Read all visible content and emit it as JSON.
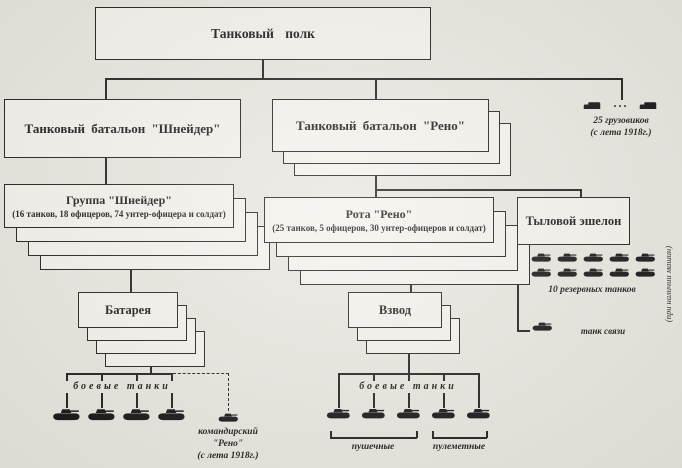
{
  "colors": {
    "ink": "#1c1c1c",
    "paper": "#e9e6df",
    "box_fill": "#f4f2ec"
  },
  "regiment": {
    "title": "Танковый полк"
  },
  "battalions": {
    "schneider": {
      "title": "Танковый батальон \"Шнейдер\""
    },
    "renault": {
      "title": "Танковый батальон \"Рено\"",
      "stack_depth": 3
    }
  },
  "trucks": {
    "ellipsis": "...",
    "line1": "25 грузовиков",
    "line2": "(с лета 1918г.)",
    "icon_count": 2
  },
  "schneider_group": {
    "title": "Группа \"Шнейдер\"",
    "details": "(16 танков, 18 офицеров, 74 унтер-офицера и солдат)",
    "stack_depth": 4
  },
  "renault_company": {
    "title": "Рота \"Рено\"",
    "details": "(25 танков, 5 офицеров, 30 унтер-офицеров и солдат)",
    "stack_depth": 4
  },
  "rear_echelon": {
    "title": "Тыловой эшелон",
    "reserve_label": "10 резервных танков",
    "reserve_count": 10,
    "reserve_per_row": 5,
    "liaison_label": "танк связи",
    "side_note": "(при наличии машин)"
  },
  "battery": {
    "title": "Батарея",
    "stack_depth": 4,
    "tanks_label": "боевые танки",
    "tank_count": 4,
    "commander_line1": "командирский",
    "commander_line2": "\"Рено\"",
    "commander_line3": "(с лета 1918г.)"
  },
  "platoon": {
    "title": "Взвод",
    "stack_depth": 3,
    "tanks_label": "боевые танки",
    "tank_count": 5,
    "cannon_label": "пушечные",
    "mg_label": "пулеметные"
  }
}
